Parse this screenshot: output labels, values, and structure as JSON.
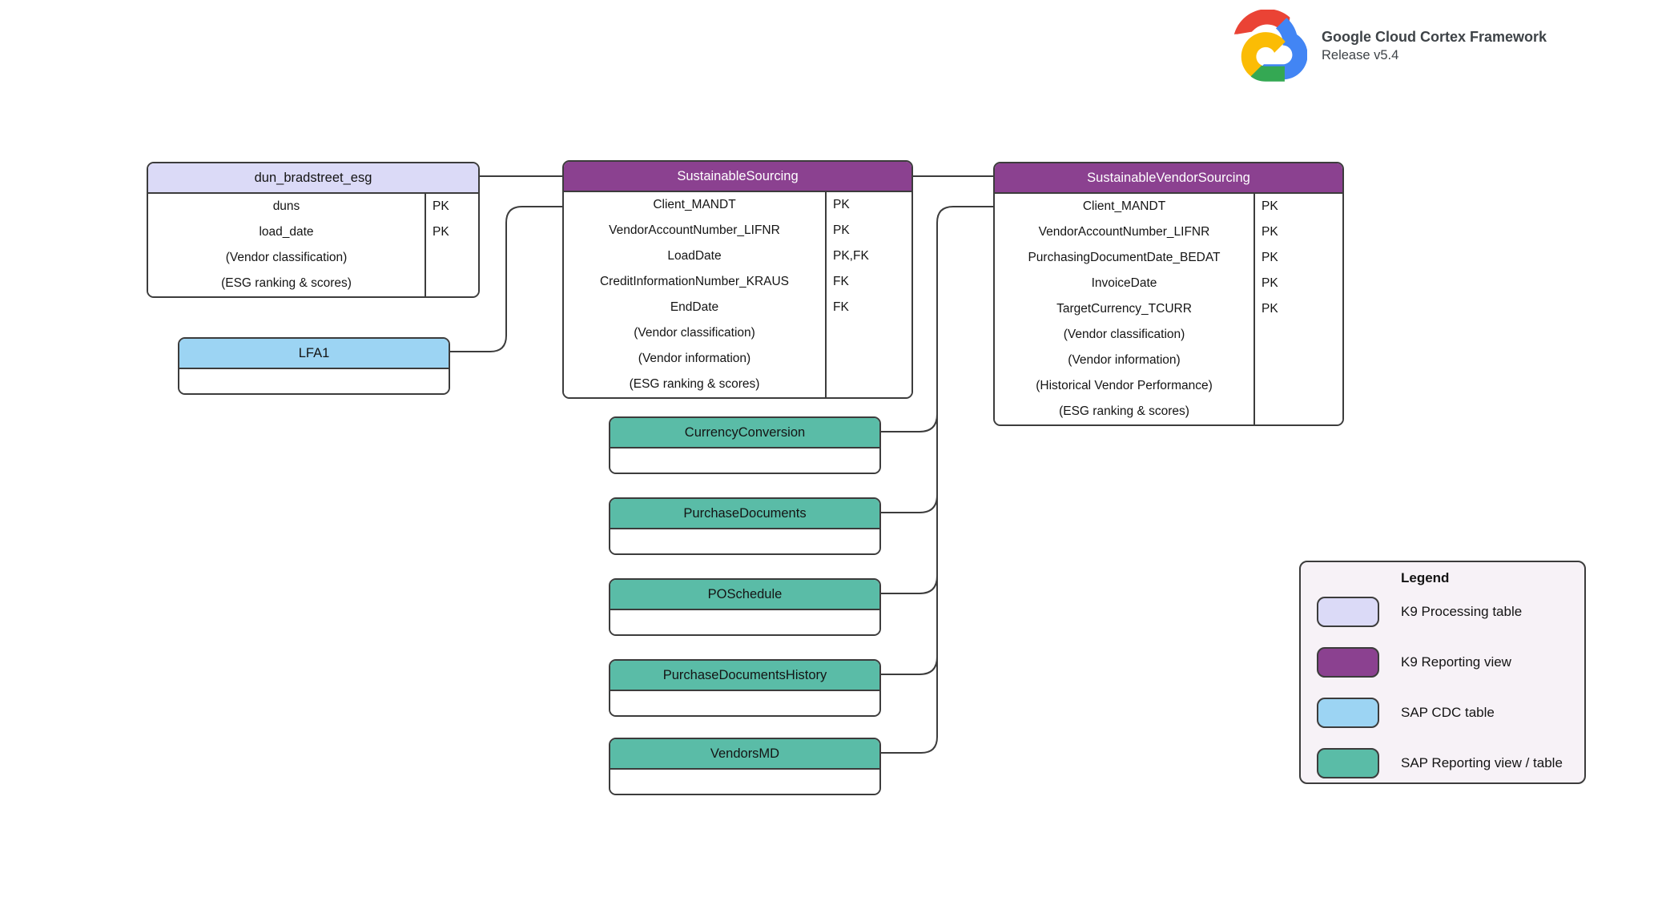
{
  "brand": {
    "logo_icon": "google-cloud-logo",
    "title": "Google Cloud Cortex Framework",
    "subtitle": "Release v5.4"
  },
  "colors": {
    "k9_processing": "#DBDAF7",
    "k9_reporting": "#8B4190",
    "sap_cdc": "#9CD4F3",
    "sap_reporting": "#5ABCA7",
    "table_border": "#3C3C3C",
    "connector": "#3C3C3C",
    "legend_bg": "#F7F2F7",
    "google_red": "#EA4335",
    "google_blue": "#4285F4",
    "google_green": "#34A853",
    "google_yellow": "#FBBC05"
  },
  "tables": [
    {
      "title": "dun_bradstreet_esg",
      "type": "K9 Processing table",
      "rows": [
        {
          "name": "duns",
          "key": "PK"
        },
        {
          "name": "load_date",
          "key": "PK"
        },
        {
          "name": "(Vendor classification)",
          "key": ""
        },
        {
          "name": "(ESG ranking & scores)",
          "key": ""
        }
      ]
    },
    {
      "title": "SustainableSourcing",
      "type": "K9 Reporting view",
      "rows": [
        {
          "name": "Client_MANDT",
          "key": "PK"
        },
        {
          "name": "VendorAccountNumber_LIFNR",
          "key": "PK"
        },
        {
          "name": "LoadDate",
          "key": "PK,FK"
        },
        {
          "name": "CreditInformationNumber_KRAUS",
          "key": "FK"
        },
        {
          "name": "EndDate",
          "key": "FK"
        },
        {
          "name": "(Vendor classification)",
          "key": ""
        },
        {
          "name": "(Vendor information)",
          "key": ""
        },
        {
          "name": "(ESG ranking & scores)",
          "key": ""
        }
      ]
    },
    {
      "title": "SustainableVendorSourcing",
      "type": "K9 Reporting view",
      "rows": [
        {
          "name": "Client_MANDT",
          "key": "PK"
        },
        {
          "name": "VendorAccountNumber_LIFNR",
          "key": "PK"
        },
        {
          "name": "PurchasingDocumentDate_BEDAT",
          "key": "PK"
        },
        {
          "name": "InvoiceDate",
          "key": "PK"
        },
        {
          "name": "TargetCurrency_TCURR",
          "key": "PK"
        },
        {
          "name": "(Vendor classification)",
          "key": ""
        },
        {
          "name": "(Vendor information)",
          "key": ""
        },
        {
          "name": "(Historical Vendor Performance)",
          "key": ""
        },
        {
          "name": "(ESG ranking & scores)",
          "key": ""
        }
      ]
    },
    {
      "title": "LFA1",
      "type": "SAP CDC table",
      "rows": []
    },
    {
      "title": "CurrencyConversion",
      "type": "SAP Reporting view / table",
      "rows": []
    },
    {
      "title": "PurchaseDocuments",
      "type": "SAP Reporting view / table",
      "rows": []
    },
    {
      "title": "POSchedule",
      "type": "SAP Reporting view / table",
      "rows": []
    },
    {
      "title": "PurchaseDocumentsHistory",
      "type": "SAP Reporting view / table",
      "rows": []
    },
    {
      "title": "VendorsMD",
      "type": "SAP Reporting view / table",
      "rows": []
    }
  ],
  "legend": {
    "title": "Legend",
    "items": [
      {
        "label": "K9 Processing table",
        "color": "#DBDAF7"
      },
      {
        "label": "K9 Reporting view",
        "color": "#8B4190"
      },
      {
        "label": "SAP CDC table",
        "color": "#9CD4F3"
      },
      {
        "label": "SAP Reporting view / table",
        "color": "#5ABCA7"
      }
    ]
  }
}
